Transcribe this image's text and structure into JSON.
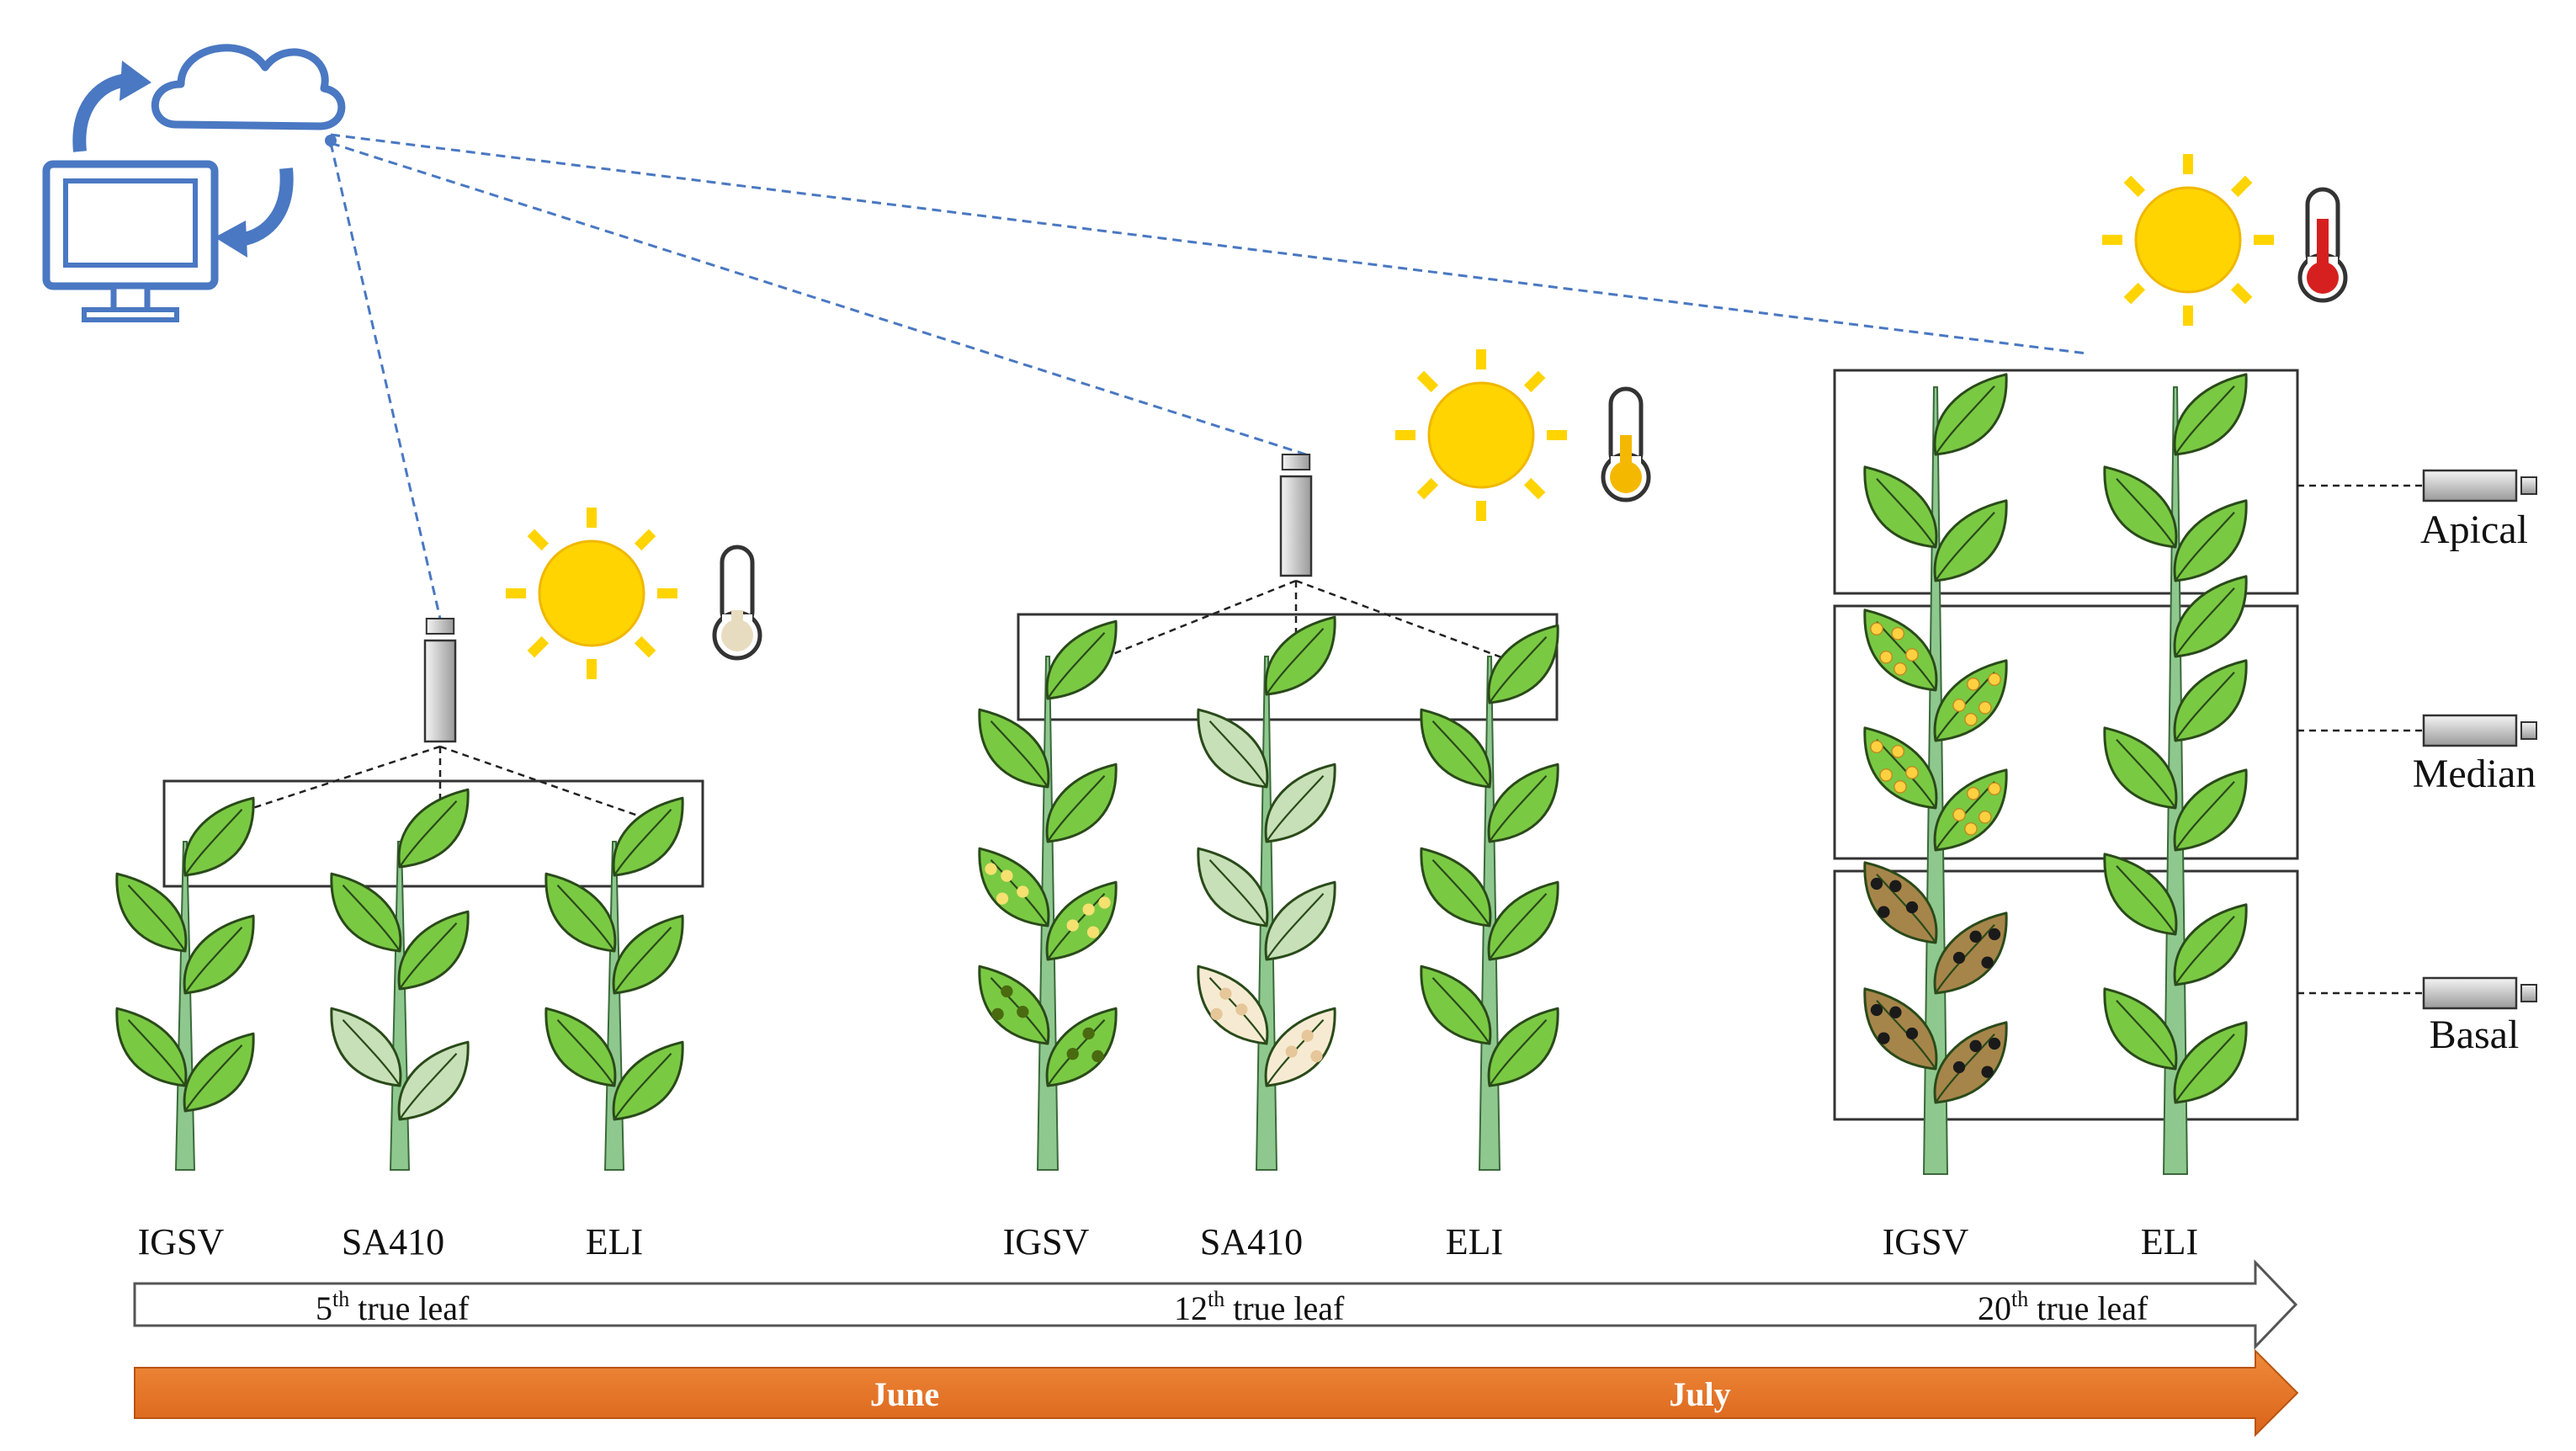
{
  "stages": [
    {
      "varieties": [
        "IGSV",
        "SA410",
        "ELI"
      ],
      "leaf_number": "5",
      "leaf_suffix": "th",
      "leaf_text": " true leaf"
    },
    {
      "varieties": [
        "IGSV",
        "SA410",
        "ELI"
      ],
      "leaf_number": "12",
      "leaf_suffix": "th",
      "leaf_text": " true leaf"
    },
    {
      "varieties": [
        "IGSV",
        "ELI"
      ],
      "leaf_number": "20",
      "leaf_suffix": "th",
      "leaf_text": " true leaf"
    }
  ],
  "canopy_levels": [
    "Apical",
    "Median",
    "Basal"
  ],
  "months": [
    "June",
    "July"
  ],
  "icons": [
    "cloud-icon",
    "monitor-icon",
    "sync-arrows-icon",
    "sun-icon",
    "thermometer-icon",
    "camera-sensor-icon"
  ],
  "colors": {
    "leaf_healthy": "#7ac943",
    "leaf_pale": "#c8e0b8",
    "leaf_infected": "#a6854a",
    "stem": "#8fc88e",
    "sun": "#ffd400",
    "thermo_low": "#e8dcc0",
    "thermo_mid": "#f5b800",
    "thermo_high": "#d62020",
    "month_arrow": "#e87722",
    "network_line": "#4a78c2"
  }
}
